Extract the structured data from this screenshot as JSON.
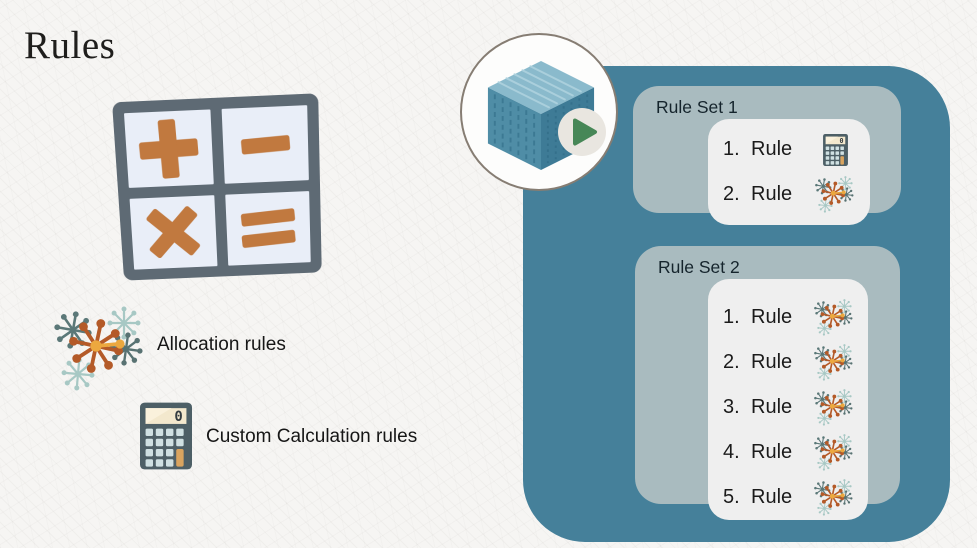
{
  "title": "Rules",
  "legend": {
    "items": [
      {
        "icon": "allocation-rules-icon",
        "label": "Allocation rules"
      },
      {
        "icon": "custom-calculation-rules-icon",
        "label": "Custom Calculation rules"
      }
    ]
  },
  "math_grid": {
    "symbols": [
      "plus",
      "minus",
      "multiply",
      "equals"
    ]
  },
  "calculator": {
    "display": "0"
  },
  "media": {
    "icons": [
      "cube-icon",
      "play-icon"
    ]
  },
  "rule_sets": [
    {
      "title": "Rule Set 1",
      "rules": [
        {
          "num": "1.",
          "label": "Rule",
          "icon": "calculator-icon"
        },
        {
          "num": "2.",
          "label": "Rule",
          "icon": "allocation-icon"
        }
      ]
    },
    {
      "title": "Rule Set 2",
      "rules": [
        {
          "num": "1.",
          "label": "Rule",
          "icon": "allocation-icon"
        },
        {
          "num": "2.",
          "label": "Rule",
          "icon": "allocation-icon"
        },
        {
          "num": "3.",
          "label": "Rule",
          "icon": "allocation-icon"
        },
        {
          "num": "4.",
          "label": "Rule",
          "icon": "allocation-icon"
        },
        {
          "num": "5.",
          "label": "Rule",
          "icon": "allocation-icon"
        }
      ]
    }
  ],
  "colors": {
    "panel_teal": "#45809a",
    "rule_set_box": "#a9bbbf",
    "inner_box": "#efefef",
    "accent_orange": "#c1793f",
    "play_green": "#478757",
    "cube_blue": "#4f8da6",
    "alloc_orange": "#b45a28",
    "alloc_yellow": "#eca83f"
  }
}
